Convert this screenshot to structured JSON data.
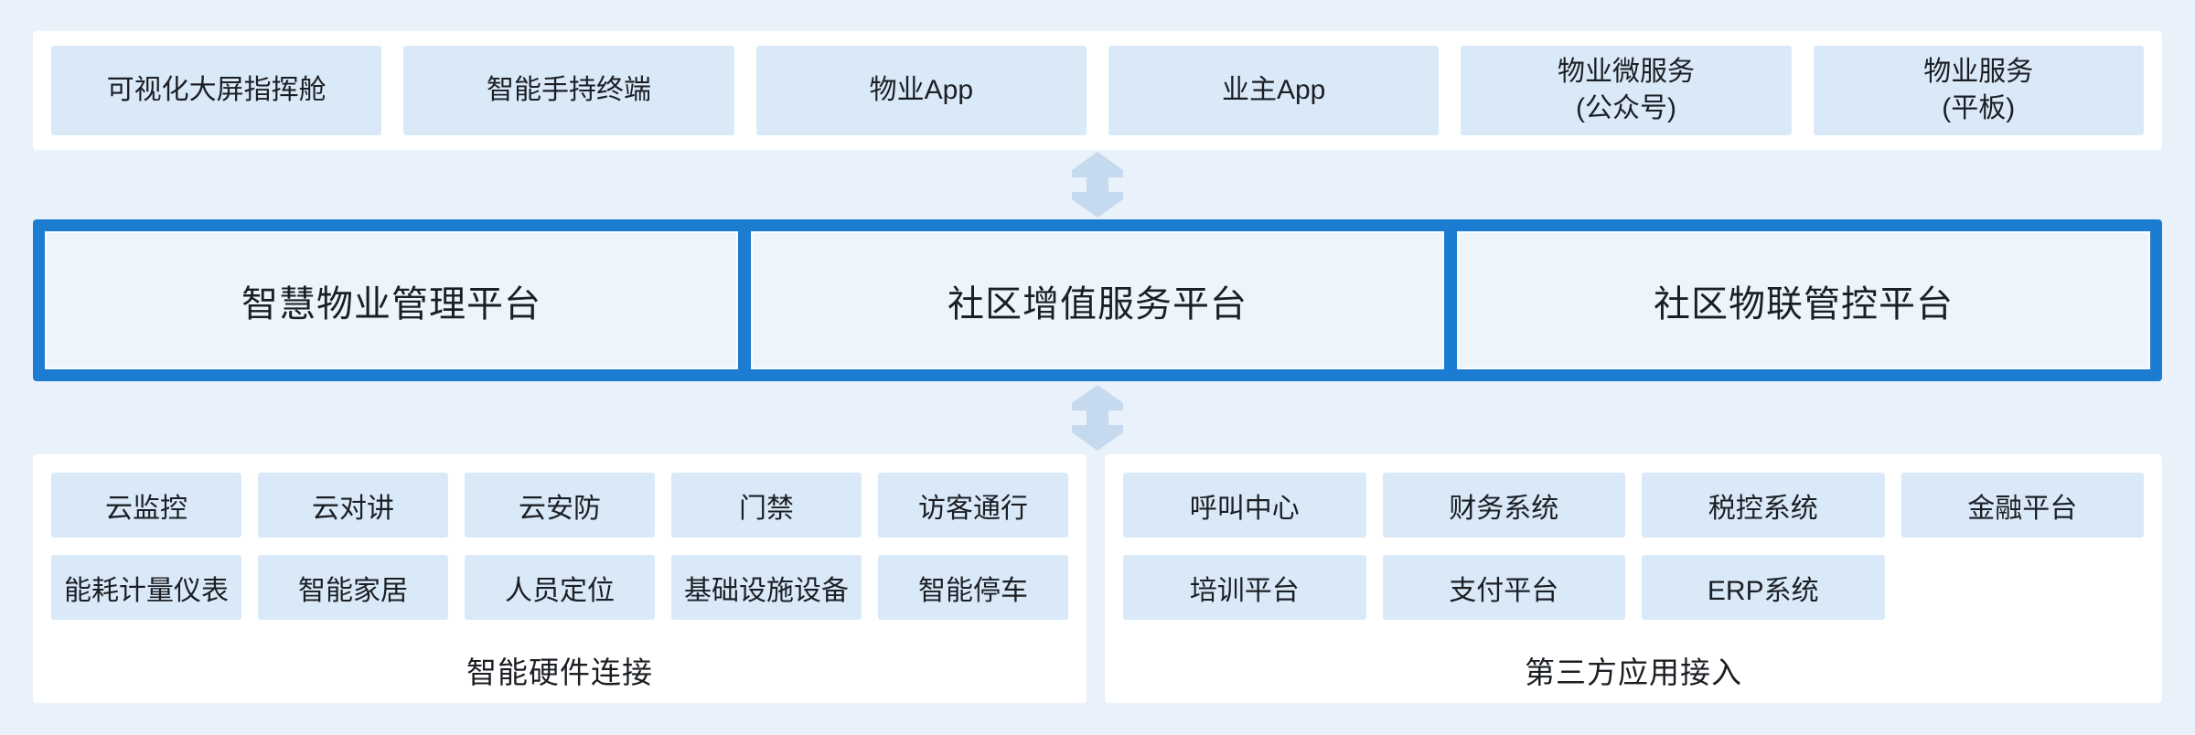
{
  "colors": {
    "page_bg": "#e9f1fa",
    "panel_bg": "#ffffff",
    "box_bg": "#d9e9f8",
    "accent_blue": "#1b7cd1",
    "platform_box_bg": "#edf5fc",
    "arrow": "#c6daef",
    "text": "#1b1f24"
  },
  "top_apps": [
    "可视化大屏指挥舱",
    "智能手持终端",
    "物业App",
    "业主App",
    "物业微服务\n(公众号)",
    "物业服务\n(平板)"
  ],
  "platforms": [
    "智慧物业管理平台",
    "社区增值服务平台",
    "社区物联管控平台"
  ],
  "hardware": {
    "title": "智能硬件连接",
    "rows": [
      [
        "云监控",
        "云对讲",
        "云安防",
        "门禁",
        "访客通行"
      ],
      [
        "能耗计量仪表",
        "智能家居",
        "人员定位",
        "基础设施设备",
        "智能停车"
      ]
    ]
  },
  "third_party": {
    "title": "第三方应用接入",
    "rows": [
      [
        "呼叫中心",
        "财务系统",
        "税控系统",
        "金融平台"
      ],
      [
        "培训平台",
        "支付平台",
        "ERP系统"
      ]
    ]
  },
  "icons": {
    "connector": "up-down-double-arrow"
  }
}
